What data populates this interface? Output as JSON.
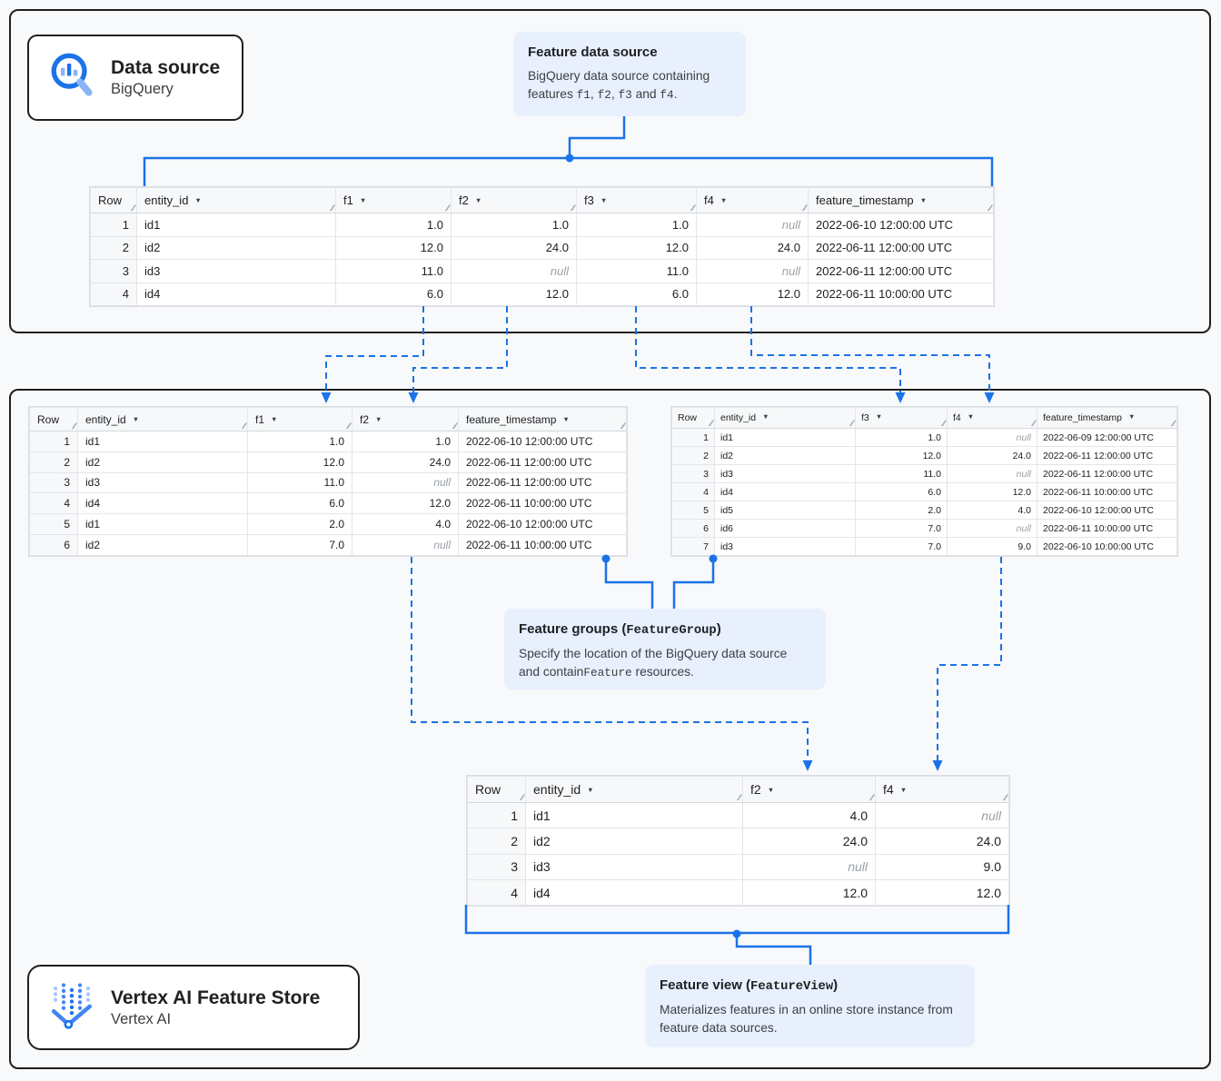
{
  "colors": {
    "accent": "#1a73e8",
    "accent_light": "#8ab4f8",
    "callout_bg": "#e8f0fe",
    "box_border": "#1f1f1f",
    "grid_line": "#e3e5e8",
    "header_bg": "#f6f8f9",
    "null_text": "#9aa0a6",
    "text_primary": "#202124",
    "text_secondary": "#3c4043"
  },
  "icons": {
    "bigquery": "magnifier-with-bar-chart",
    "vertex_ai": "dotted-v-chevron",
    "sort_arrow": "▼",
    "resize_handle": "//"
  },
  "cards": {
    "data_source": {
      "title": "Data source",
      "subtitle": "BigQuery"
    },
    "feature_store": {
      "title": "Vertex AI Feature Store",
      "subtitle": "Vertex AI"
    }
  },
  "callouts": {
    "feature_data_source": {
      "title_segments": [
        {
          "text": "Feature data source"
        }
      ],
      "body_segments": [
        {
          "text": "BigQuery data source containing features "
        },
        {
          "text": "f1",
          "mono": true
        },
        {
          "text": ", "
        },
        {
          "text": "f2",
          "mono": true
        },
        {
          "text": ", "
        },
        {
          "text": "f3",
          "mono": true
        },
        {
          "text": " and "
        },
        {
          "text": "f4",
          "mono": true
        },
        {
          "text": "."
        }
      ]
    },
    "feature_groups": {
      "title_segments": [
        {
          "text": "Feature groups ("
        },
        {
          "text": "FeatureGroup",
          "mono": true
        },
        {
          "text": ")"
        }
      ],
      "body_segments": [
        {
          "text": "Specify the location of the BigQuery data source and contain"
        },
        {
          "text": "Feature",
          "mono": true
        },
        {
          "text": " resources."
        }
      ]
    },
    "feature_view": {
      "title_segments": [
        {
          "text": "Feature view ("
        },
        {
          "text": "FeatureView",
          "mono": true
        },
        {
          "text": ")"
        }
      ],
      "body_segments": [
        {
          "text": "Materializes features in an online store instance from feature data sources."
        }
      ]
    }
  },
  "tables": {
    "source": {
      "columns": [
        {
          "label": "Row",
          "sortable": false,
          "align": "right"
        },
        {
          "label": "entity_id",
          "sortable": true,
          "align": "left"
        },
        {
          "label": "f1",
          "sortable": true,
          "align": "right"
        },
        {
          "label": "f2",
          "sortable": true,
          "align": "right"
        },
        {
          "label": "f3",
          "sortable": true,
          "align": "right"
        },
        {
          "label": "f4",
          "sortable": true,
          "align": "right"
        },
        {
          "label": "feature_timestamp",
          "sortable": true,
          "align": "left"
        }
      ],
      "rows": [
        [
          "1",
          "id1",
          "1.0",
          "1.0",
          "1.0",
          "null",
          "2022-06-10 12:00:00 UTC"
        ],
        [
          "2",
          "id2",
          "12.0",
          "24.0",
          "12.0",
          "24.0",
          "2022-06-11 12:00:00 UTC"
        ],
        [
          "3",
          "id3",
          "11.0",
          "null",
          "11.0",
          "null",
          "2022-06-11 12:00:00 UTC"
        ],
        [
          "4",
          "id4",
          "6.0",
          "12.0",
          "6.0",
          "12.0",
          "2022-06-11 10:00:00 UTC"
        ]
      ]
    },
    "group_left": {
      "columns": [
        {
          "label": "Row",
          "sortable": false,
          "align": "right"
        },
        {
          "label": "entity_id",
          "sortable": true,
          "align": "left"
        },
        {
          "label": "f1",
          "sortable": true,
          "align": "right"
        },
        {
          "label": "f2",
          "sortable": true,
          "align": "right"
        },
        {
          "label": "feature_timestamp",
          "sortable": true,
          "align": "left"
        }
      ],
      "rows": [
        [
          "1",
          "id1",
          "1.0",
          "1.0",
          "2022-06-10 12:00:00 UTC"
        ],
        [
          "2",
          "id2",
          "12.0",
          "24.0",
          "2022-06-11 12:00:00 UTC"
        ],
        [
          "3",
          "id3",
          "11.0",
          "null",
          "2022-06-11 12:00:00 UTC"
        ],
        [
          "4",
          "id4",
          "6.0",
          "12.0",
          "2022-06-11 10:00:00 UTC"
        ],
        [
          "5",
          "id1",
          "2.0",
          "4.0",
          "2022-06-10 12:00:00 UTC"
        ],
        [
          "6",
          "id2",
          "7.0",
          "null",
          "2022-06-11 10:00:00 UTC"
        ]
      ]
    },
    "group_right": {
      "columns": [
        {
          "label": "Row",
          "sortable": false,
          "align": "right"
        },
        {
          "label": "entity_id",
          "sortable": true,
          "align": "left"
        },
        {
          "label": "f3",
          "sortable": true,
          "align": "right"
        },
        {
          "label": "f4",
          "sortable": true,
          "align": "right"
        },
        {
          "label": "feature_timestamp",
          "sortable": true,
          "align": "left"
        }
      ],
      "rows": [
        [
          "1",
          "id1",
          "1.0",
          "null",
          "2022-06-09 12:00:00 UTC"
        ],
        [
          "2",
          "id2",
          "12.0",
          "24.0",
          "2022-06-11 12:00:00 UTC"
        ],
        [
          "3",
          "id3",
          "11.0",
          "null",
          "2022-06-11 12:00:00 UTC"
        ],
        [
          "4",
          "id4",
          "6.0",
          "12.0",
          "2022-06-11 10:00:00 UTC"
        ],
        [
          "5",
          "id5",
          "2.0",
          "4.0",
          "2022-06-10 12:00:00 UTC"
        ],
        [
          "6",
          "id6",
          "7.0",
          "null",
          "2022-06-11 10:00:00 UTC"
        ],
        [
          "7",
          "id3",
          "7.0",
          "9.0",
          "2022-06-10 10:00:00 UTC"
        ]
      ]
    },
    "feature_view": {
      "columns": [
        {
          "label": "Row",
          "sortable": false,
          "align": "right"
        },
        {
          "label": "entity_id",
          "sortable": true,
          "align": "left"
        },
        {
          "label": "f2",
          "sortable": true,
          "align": "right"
        },
        {
          "label": "f4",
          "sortable": true,
          "align": "right"
        }
      ],
      "rows": [
        [
          "1",
          "id1",
          "4.0",
          "null"
        ],
        [
          "2",
          "id2",
          "24.0",
          "24.0"
        ],
        [
          "3",
          "id3",
          "null",
          "9.0"
        ],
        [
          "4",
          "id4",
          "12.0",
          "12.0"
        ]
      ]
    }
  }
}
